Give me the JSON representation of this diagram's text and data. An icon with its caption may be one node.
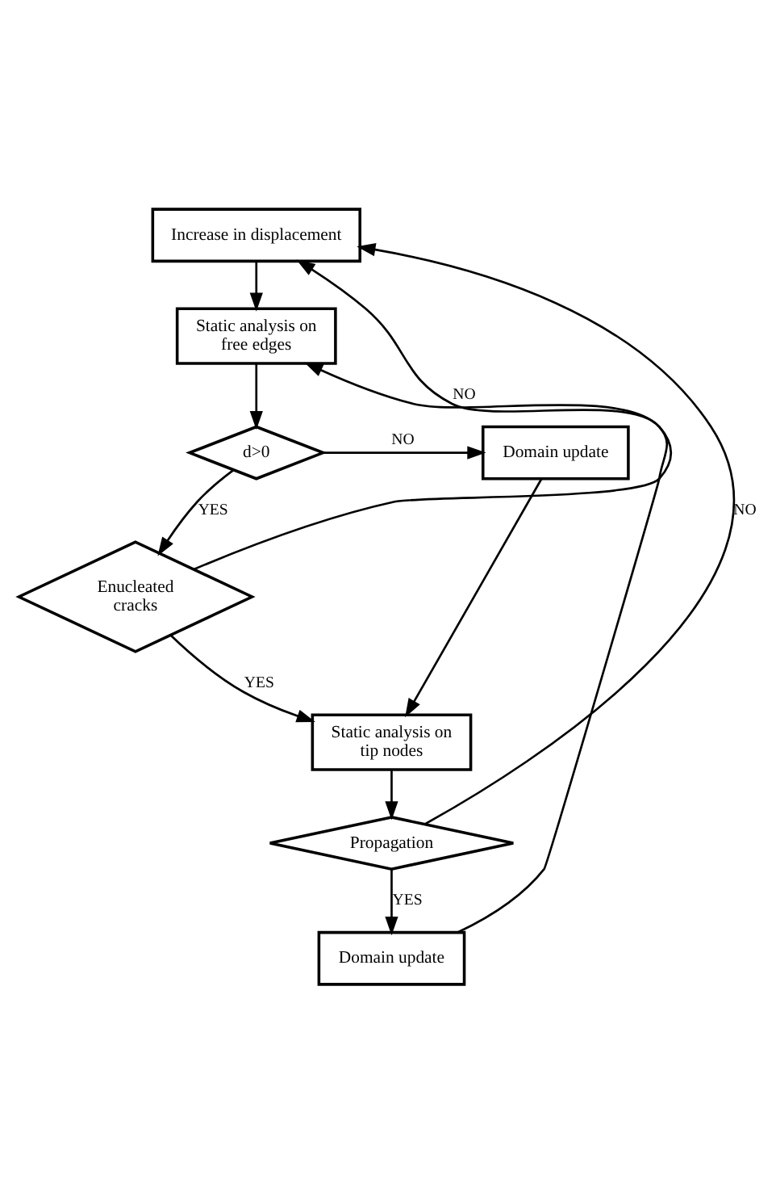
{
  "diagram": {
    "nodes": [
      {
        "text": [
          "Increase in displacement"
        ]
      },
      {
        "text": [
          "Static analysis on free edges"
        ]
      },
      {
        "text": [
          "d>0"
        ]
      },
      {
        "text": [
          "Domain update"
        ]
      },
      {
        "text": [
          "Enucleated cracks"
        ]
      },
      {
        "text": [
          "Static analysis on tip nodes"
        ]
      },
      {
        "text": [
          "Propagation"
        ]
      },
      {
        "text": [
          "Domain update"
        ]
      }
    ],
    "edges": [
      {
        "from": 0,
        "to": 1,
        "arrow": "to"
      },
      {
        "from": 1,
        "to": 2,
        "arrow": "to"
      },
      {
        "from": 2,
        "to": 3,
        "arrow": "to",
        "label": "NO"
      },
      {
        "from": 2,
        "to": 4,
        "arrow": "to",
        "label": "YES"
      },
      {
        "from": 4,
        "to": 0,
        "arrow": "to",
        "label": "NO"
      },
      {
        "from": 4,
        "to": 5,
        "arrow": "to",
        "label": "YES"
      },
      {
        "from": 3,
        "to": 5,
        "arrow": "to"
      },
      {
        "from": 5,
        "to": 6,
        "arrow": "to"
      },
      {
        "from": 6,
        "to": 0,
        "arrow": "to",
        "label": "NO"
      },
      {
        "from": 6,
        "to": 7,
        "arrow": "to",
        "label": "YES"
      },
      {
        "from": 7,
        "to": 1,
        "arrow": "to"
      }
    ]
  }
}
